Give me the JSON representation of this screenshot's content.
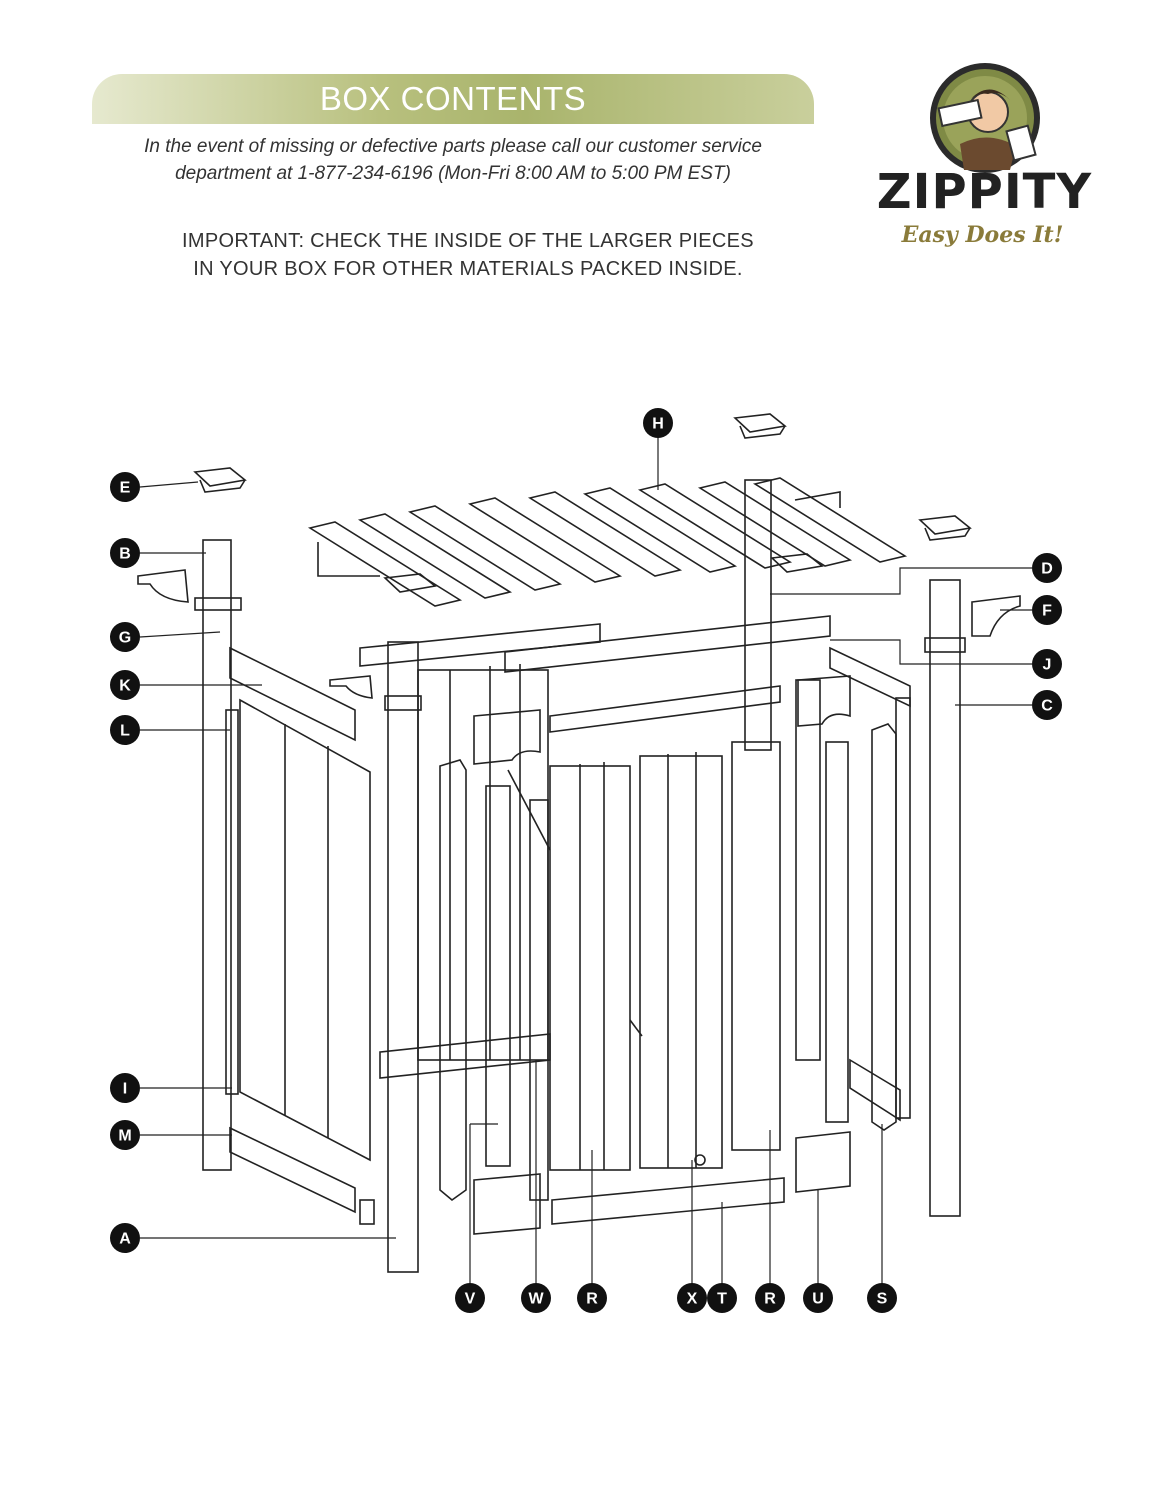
{
  "header": {
    "banner_title": "BOX CONTENTS",
    "notice_line1": "In the event of missing or defective parts please call our customer service",
    "notice_line2": "department at 1-877-234-6196 (Mon-Fri 8:00 AM to 5:00 PM EST)",
    "important_line1": "IMPORTANT: CHECK THE INSIDE OF THE LARGER PIECES",
    "important_line2": "IN YOUR BOX FOR OTHER MATERIALS PACKED INSIDE."
  },
  "logo": {
    "brand": "ZIPPITY",
    "tagline": "Easy Does It!",
    "colors": {
      "ring": "#6f7a3a",
      "text": "#222222",
      "tagline": "#8a7b3a"
    }
  },
  "diagram": {
    "callouts": {
      "A": "A",
      "B": "B",
      "C": "C",
      "D": "D",
      "E": "E",
      "F": "F",
      "G": "G",
      "H": "H",
      "I": "I",
      "J": "J",
      "K": "K",
      "L": "L",
      "M": "M",
      "V": "V",
      "W": "W",
      "R1": "R",
      "X": "X",
      "T": "T",
      "R2": "R",
      "U": "U",
      "S": "S"
    }
  },
  "colors": {
    "banner": "#a9b46c",
    "callout": "#111111",
    "line": "#222222"
  }
}
